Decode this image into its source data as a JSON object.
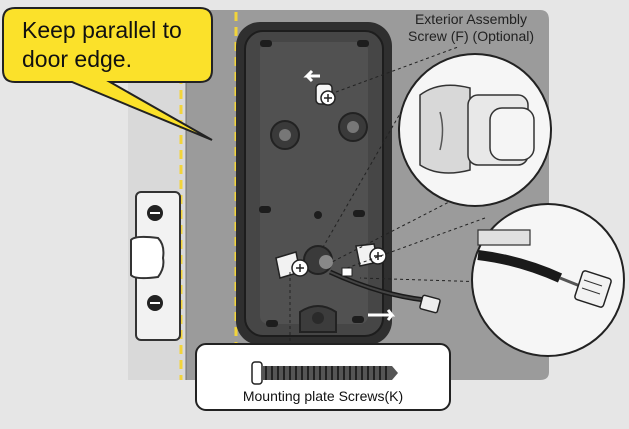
{
  "callout": {
    "line1": "Keep parallel to",
    "line2": "door edge."
  },
  "labels": {
    "exterior_screw_line1": "Exterior Assembly",
    "exterior_screw_line2": "Screw (F) (Optional)",
    "mounting_screws": "Mounting plate Screws(K)"
  },
  "colors": {
    "callout_fill": "#fbe12a",
    "door_surface": "#9a9a9a",
    "door_edge": "#d6d6d6",
    "plate": "#3a3a3a",
    "guide_line": "#f3d53a",
    "background": "#e6e6e6"
  },
  "icons": [
    "mounting-screw-icon",
    "exterior-screw-icon",
    "cable-connector-icon",
    "latch-icon"
  ]
}
